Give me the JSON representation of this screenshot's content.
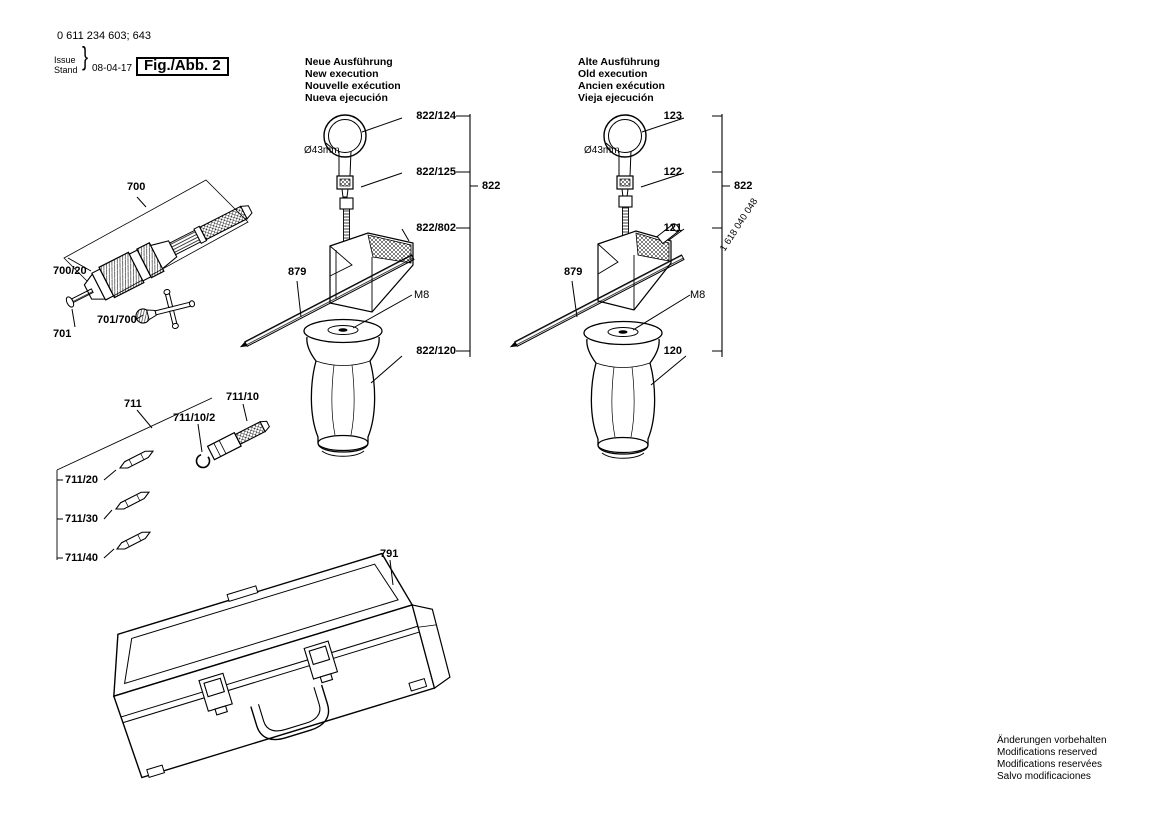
{
  "doc": {
    "part_number": "0 611 234 603; 643",
    "issue": "Issue",
    "stand": "Stand",
    "brace": "}",
    "date": "08-04-17",
    "figure": "Fig./Abb. 2",
    "footer": [
      "Änderungen vorbehalten",
      "Modifications reserved",
      "Modifications reservées",
      "Salvo modificaciones"
    ]
  },
  "new_execution": {
    "title": [
      "Neue Ausführung",
      "New execution",
      "Nouvelle exécution",
      "Nueva ejecución"
    ]
  },
  "old_execution": {
    "title": [
      "Alte Ausführung",
      "Old execution",
      "Ancien exécution",
      "Vieja ejecución"
    ]
  },
  "labels": {
    "chuck": "700",
    "chuck_set": "700/20",
    "screw": "701",
    "chuck_key": "701/700",
    "new_ring": "822/124",
    "new_ring_diameter": "Ø43mm",
    "new_clamp": "822/125",
    "new_bracket": "822/802",
    "new_rod": "879",
    "new_thread": "M8",
    "new_handle": "822/120",
    "new_assembly": "822",
    "old_ring": "123",
    "old_ring_diameter": "Ø43mm",
    "old_clamp": "122",
    "old_bracket": "121",
    "old_bracket_part_number": "1 618 040 048",
    "old_rod": "879",
    "old_thread": "M8",
    "old_handle": "120",
    "old_assembly": "822",
    "bits_set": "711",
    "bit_holder": "711/10",
    "circlip": "711/10/2",
    "bit_1": "711/20",
    "bit_2": "711/30",
    "bit_3": "711/40",
    "case": "791"
  }
}
